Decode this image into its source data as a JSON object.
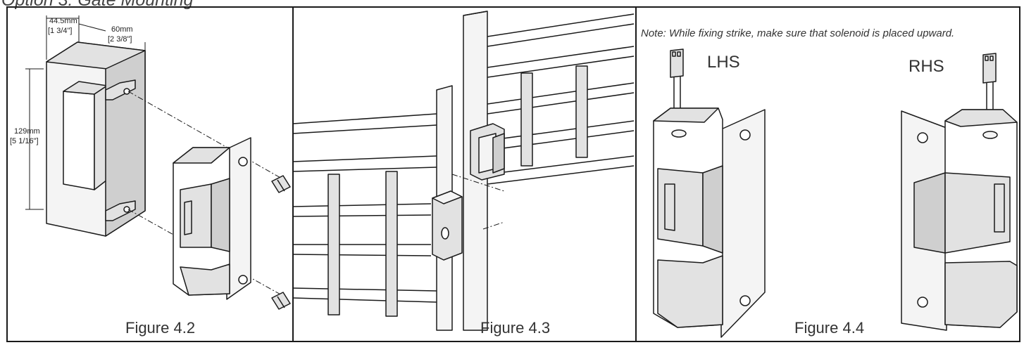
{
  "heading": "Option 3: Gate Mounting",
  "figures": {
    "fig1": {
      "caption": "Figure 4.2",
      "dims": {
        "width_mm": "44.5mm",
        "width_in": "[1 3/4\"]",
        "depth_mm": "60mm",
        "depth_in": "[2 3/8\"]",
        "height_mm": "129mm",
        "height_in": "[5 1/16\"]"
      }
    },
    "fig2": {
      "caption": "Figure 4.3"
    },
    "fig3": {
      "caption": "Figure 4.4",
      "note": "Note: While fixing strike, make sure that solenoid is placed upward.",
      "left_label": "LHS",
      "right_label": "RHS"
    }
  }
}
